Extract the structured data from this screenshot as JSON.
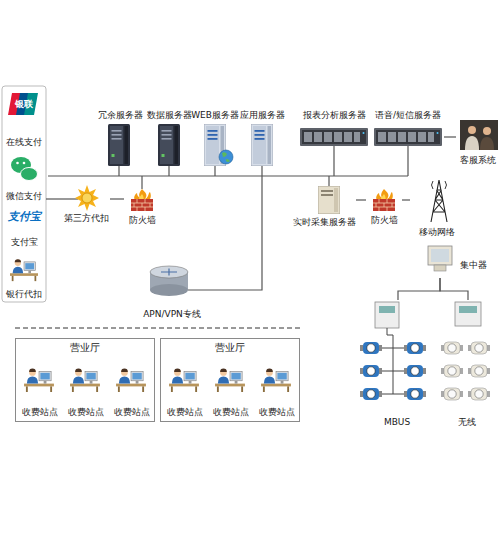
{
  "diagram": {
    "nodes": [
      {
        "text": [
          "在线支付"
        ]
      },
      {
        "text": [
          "微信支付"
        ]
      },
      {
        "text": [
          "支付宝"
        ]
      },
      {
        "text": [
          "银行代扣"
        ]
      },
      {
        "text": [
          "冗余服务器"
        ]
      },
      {
        "text": [
          "数据服务器"
        ]
      },
      {
        "text": [
          "WEB服务器"
        ]
      },
      {
        "text": [
          "应用服务器"
        ]
      },
      {
        "text": [
          "报表分析服务器"
        ]
      },
      {
        "text": [
          "语音/短信服务器"
        ]
      },
      {
        "text": [
          "客服系统"
        ]
      },
      {
        "text": [
          "第三方代扣"
        ]
      },
      {
        "text": [
          "防火墙"
        ]
      },
      {
        "text": [
          "实时采集服务器"
        ]
      },
      {
        "text": [
          "防火墙"
        ]
      },
      {
        "text": [
          "移动网络"
        ]
      },
      {
        "text": [
          "集中器"
        ]
      },
      {
        "text": [
          "APN/VPN专线"
        ]
      },
      {
        "text": [
          "MBUS"
        ]
      },
      {
        "text": [
          "无线"
        ]
      },
      {
        "text": [
          "营业厅"
        ]
      },
      {
        "text": [
          "收费站点"
        ],
        "in": 20
      },
      {
        "text": [
          "收费站点"
        ],
        "in": 20
      },
      {
        "text": [
          "收费站点"
        ],
        "in": 20
      },
      {
        "text": [
          "营业厅"
        ]
      },
      {
        "text": [
          "收费站点"
        ],
        "in": 24
      },
      {
        "text": [
          "收费站点"
        ],
        "in": 24
      },
      {
        "text": [
          "收费站点"
        ],
        "in": 24
      }
    ],
    "edges": [
      {
        "from": 11,
        "to": 12,
        "arrow": "none"
      },
      {
        "from": 13,
        "to": 14,
        "arrow": "none"
      },
      {
        "from": 14,
        "to": 15,
        "arrow": "none"
      },
      {
        "from": 16,
        "to": 18,
        "arrow": "none"
      },
      {
        "from": 16,
        "to": 19,
        "arrow": "none"
      },
      {
        "from": 9,
        "to": 10,
        "arrow": "none"
      }
    ],
    "labels": [
      "银联",
      "支付宝"
    ]
  }
}
